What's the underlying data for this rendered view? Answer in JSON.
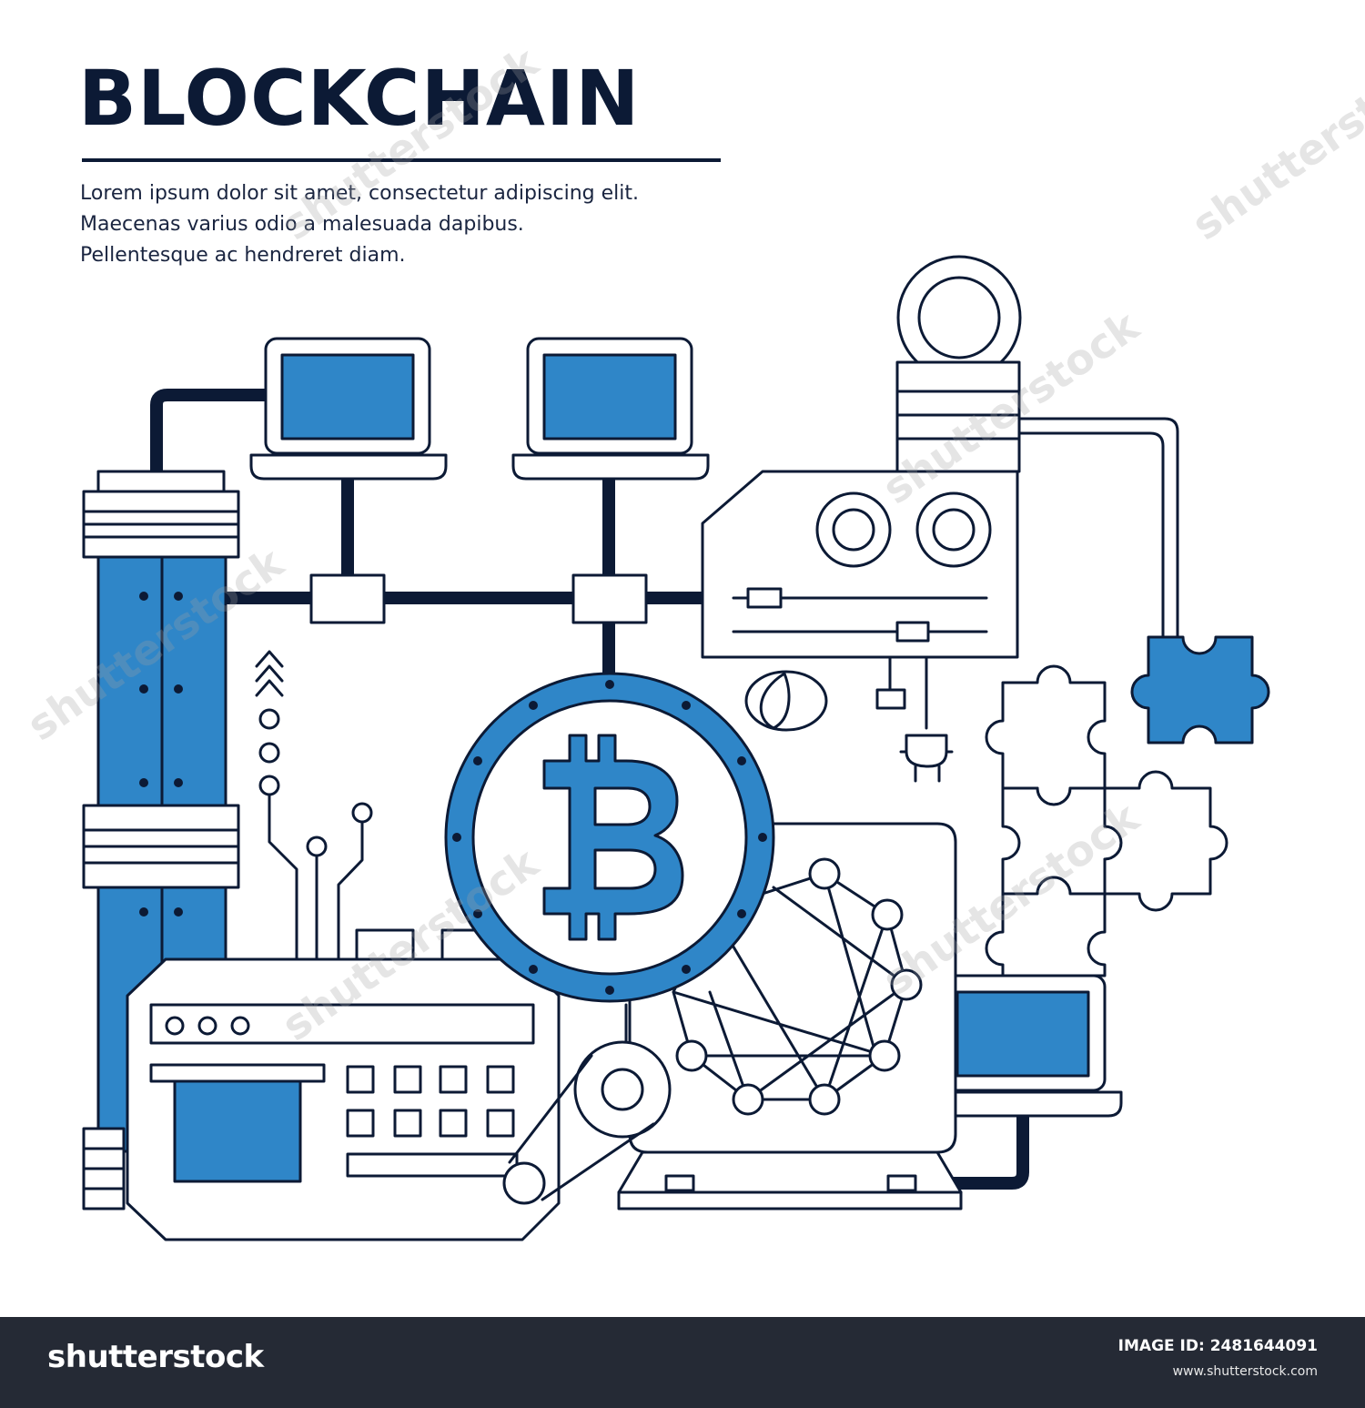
{
  "heading": {
    "title": "BLOCKCHAIN",
    "paragraph": [
      "Lorem ipsum dolor sit amet, consectetur adipiscing elit.",
      "Maecenas varius odio a malesuada dapibus.",
      "Pellentesque ac hendreret diam."
    ]
  },
  "illustration": {
    "colors": {
      "outline": "#0c1a35",
      "accent": "#2f86c8",
      "background": "#ffffff"
    },
    "icons": [
      "bitcoin-icon",
      "laptop-icon",
      "puzzle-icon",
      "plug-icon",
      "network-icon",
      "atm-icon",
      "server-icon"
    ]
  },
  "watermark": {
    "text": "shutterstock"
  },
  "footer": {
    "brand": "shutterstock",
    "image_id": "IMAGE ID: 2481644091",
    "url": "www.shutterstock.com"
  }
}
